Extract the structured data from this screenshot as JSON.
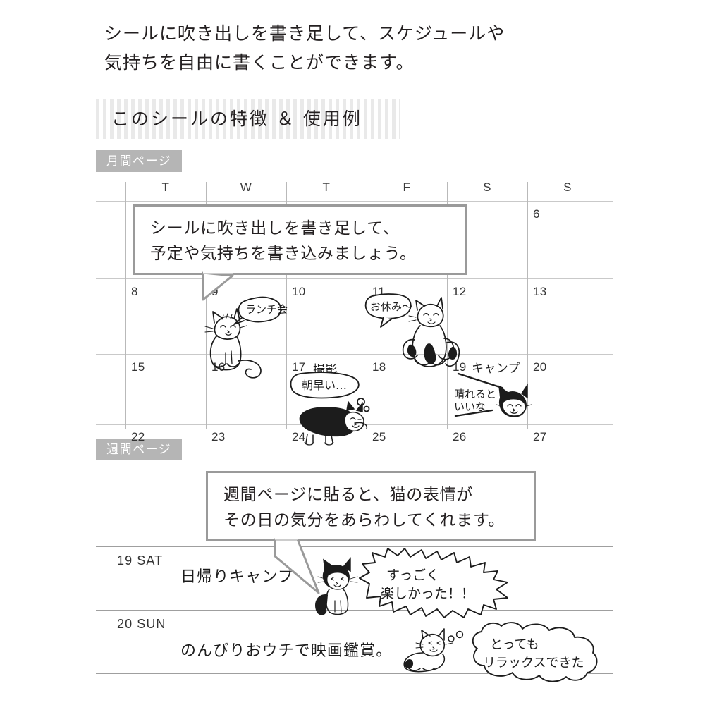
{
  "intro": {
    "line1": "シールに吹き出しを書き足して、スケジュールや",
    "line2": "気持ちを自由に書くことができます。"
  },
  "panel": {
    "title": "このシールの特徴 ＆ 使用例",
    "badges": {
      "monthly": "月間ページ",
      "weekly": "週間ページ"
    }
  },
  "monthly": {
    "day_headers": [
      "T",
      "W",
      "T",
      "F",
      "S",
      "S"
    ],
    "weeks": [
      {
        "days": [
          "",
          "",
          "",
          "",
          "",
          "6"
        ]
      },
      {
        "days": [
          "8",
          "9",
          "10",
          "11",
          "12",
          "13"
        ]
      },
      {
        "days": [
          "15",
          "16",
          "17",
          "18",
          "19",
          "20"
        ]
      },
      {
        "days": [
          "22",
          "23",
          "24",
          "25",
          "26",
          "27"
        ]
      }
    ],
    "entries": [
      {
        "day": "17",
        "label": "撮影"
      },
      {
        "day": "19",
        "label": "キャンプ"
      }
    ],
    "stickers": [
      {
        "day": "9",
        "bubble": "ランチ会",
        "style": "oval",
        "cat": "sitting-white-cat"
      },
      {
        "day": "11",
        "bubble": "お休み〜",
        "style": "oval",
        "cat": "lounging-tuxedo-cat"
      },
      {
        "day": "17",
        "bubble": "朝早い…",
        "style": "thought",
        "cat": "sleeping-black-cat"
      },
      {
        "day": "19",
        "bubble": "晴れると\nいいな",
        "style": "plain",
        "cat": "cat-face"
      }
    ],
    "camp_note": {
      "line1": "晴れると",
      "line2": "いいな"
    }
  },
  "callouts": {
    "monthly": {
      "line1": "シールに吹き出しを書き足して、",
      "line2": "予定や気持ちを書き込みましょう。"
    },
    "weekly": {
      "line1": "週間ページに貼ると、猫の表情が",
      "line2": "その日の気分をあらわしてくれます。"
    }
  },
  "weekly": {
    "rows": [
      {
        "date": "19  SAT",
        "text": "日帰りキャンプ",
        "bubble_style": "spiky",
        "bubble_line1": "すっごく",
        "bubble_line2": "楽しかった！！",
        "cat": "standing-tuxedo-cat"
      },
      {
        "date": "20  SUN",
        "text": "のんびりおウチで映画鑑賞。",
        "bubble_style": "cloud",
        "bubble_line1": "とっても",
        "bubble_line2": "リラックスできた",
        "cat": "curled-cat"
      }
    ]
  },
  "colors": {
    "ink": "#231f20",
    "badge_bg": "#b5b5b5",
    "callout_border": "#9a9a9a",
    "grid_line": "#c9c9c9",
    "stripe": "#e9e9e9"
  }
}
